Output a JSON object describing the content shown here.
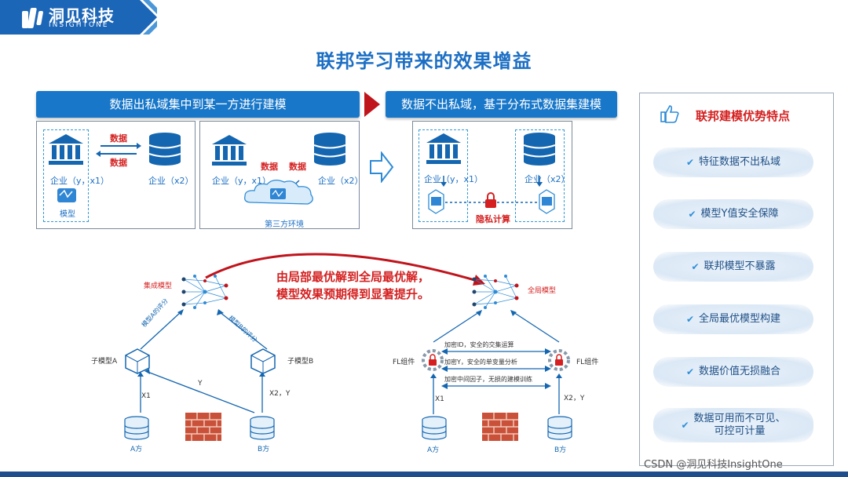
{
  "logo": {
    "name": "洞见科技",
    "sub": "INSIGHTONE"
  },
  "title": "联邦学习带来的效果增益",
  "left_banner": "数据出私域集中到某一方进行建模",
  "mid_banner": "数据不出私域，基于分布式数据集建模",
  "panel1": {
    "enterprise_a": "企业（y，x1）",
    "enterprise_b": "企业（x2）",
    "data_top": "数据",
    "data_bottom": "数据",
    "model": "模型"
  },
  "panel2": {
    "enterprise_a": "企业（y，x1）",
    "enterprise_b": "企业（x2）",
    "data_left": "数据",
    "data_right": "数据",
    "third_party": "第三方环境"
  },
  "panel3": {
    "enterprise_a": "企业（y，x1）",
    "enterprise_b": "企业（x2）",
    "privacy": "隐私计算"
  },
  "bottom_left": {
    "ensemble": "集成模型",
    "sub_a": "子模型A",
    "sub_b": "子模型B",
    "eval_a": "模型A的评分",
    "eval_b": "模型B的评分",
    "x1": "X1",
    "y": "Y",
    "x2y": "X2，Y",
    "party_a": "A方",
    "party_b": "B方"
  },
  "caption": "由局部最优解到全局最优解，\n模型效果预期得到显著提升。",
  "bottom_right": {
    "global": "全局模型",
    "fl_left": "FL组件",
    "fl_right": "FL组件",
    "op1": "加密ID，安全的交集运算",
    "op2": "加密Y，安全的单变量分析",
    "op3": "加密中间因子，无损的建模训练",
    "x1": "X1",
    "x2y": "X2，Y",
    "party_a": "A方",
    "party_b": "B方"
  },
  "advantages": {
    "title": "联邦建模优势特点",
    "items": [
      "特征数据不出私域",
      "模型Y值安全保障",
      "联邦模型不暴露",
      "全局最优模型构建",
      "数据价值无损融合",
      "数据可用而不可见、\n可控可计量"
    ]
  },
  "watermark": "CSDN @洞见科技InsightOne",
  "colors": {
    "primary": "#1877c9",
    "accent_red": "#d42020",
    "dark_blue": "#1f4e8c"
  }
}
